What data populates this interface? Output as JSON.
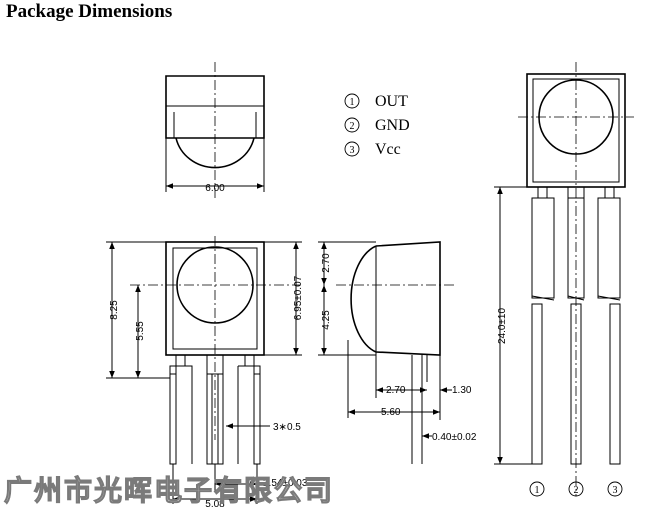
{
  "title": "Package Dimensions",
  "pin_legend": [
    {
      "number": "1",
      "label": "OUT"
    },
    {
      "number": "2",
      "label": "GND"
    },
    {
      "number": "3",
      "label": "Vcc"
    }
  ],
  "dimensions": {
    "top_width": "6.00",
    "total_height": "8.25",
    "center_height": "5.55",
    "body_height": "6.95±0.07",
    "side_top": "2.70",
    "side_lower": "4.25",
    "lead_width": "3∗0.5",
    "pitch": "2.54±0.03",
    "lead_span": "5.08",
    "side_depth_a": "2.70",
    "side_depth_b": "1.30",
    "side_total": "5.60",
    "lead_thickness": "0.40±0.02",
    "lead_length": "24.0±10"
  },
  "bottom_pins": [
    "1",
    "2",
    "3"
  ],
  "watermark": "广州市光晖电子有限公司"
}
